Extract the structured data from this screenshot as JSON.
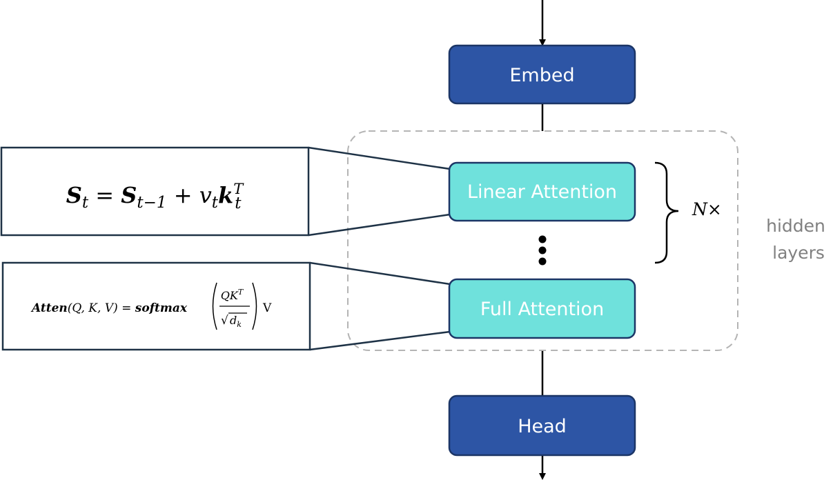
{
  "colors": {
    "dark_block": "#2d55a5",
    "dark_block_border": "#1b3566",
    "light_block": "#6fe1dc",
    "light_block_border": "#1b3566",
    "formula_border": "#1e3246",
    "group_border": "#b4b4b4",
    "arrow": "#000000",
    "side_text": "#808080"
  },
  "blocks": {
    "embed": "Embed",
    "linear_attention": "Linear Attention",
    "full_attention": "Full Attention",
    "head": "Head"
  },
  "ellipsis": "⋮",
  "repeat_label": "N×",
  "group_label": {
    "line1": "hidden",
    "line2": "layers"
  },
  "formulas": {
    "linear": {
      "lhs": "S",
      "lhs_sub": "t",
      "equals": " = ",
      "term1": "S",
      "term1_sub": "t−1",
      "plus": " + ",
      "v": "v",
      "v_sub": "t",
      "k": "k",
      "k_sub": "t",
      "k_sup": "T"
    },
    "full": {
      "name": "Atten",
      "args": "(Q, K, V) = ",
      "fn": "softmax",
      "numerator": "QK",
      "numerator_sup": "T",
      "sqrt": "√",
      "denominator": "d",
      "denominator_sub": "k",
      "tail": "V"
    }
  }
}
